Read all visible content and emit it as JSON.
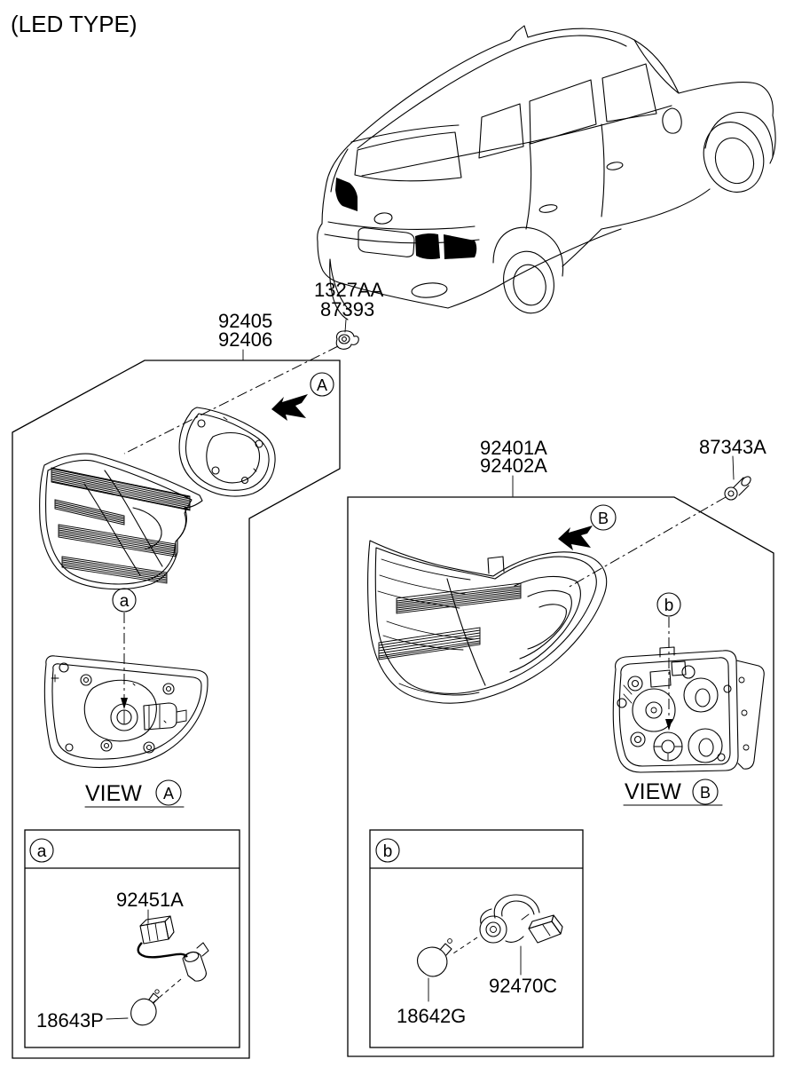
{
  "header": {
    "type_label": "(LED TYPE)"
  },
  "colors": {
    "ink": "#000000",
    "background": "#ffffff"
  },
  "vehicle_callout": {
    "line1": "1327AA",
    "line2": "87393"
  },
  "inner_assembly": {
    "label_line1": "92405",
    "label_line2": "92406",
    "direction_marker": "A",
    "view_caption": "VIEW",
    "view_marker": "A",
    "bulb_marker": "a"
  },
  "outer_assembly": {
    "label_line1": "92401A",
    "label_line2": "92402A",
    "screw_label": "87343A",
    "direction_marker": "B",
    "view_caption": "VIEW",
    "view_marker": "B",
    "bulb_marker": "b"
  },
  "detail_a": {
    "marker": "a",
    "harness_label": "92451A",
    "bulb_label": "18643P"
  },
  "detail_b": {
    "marker": "b",
    "bulb_label": "18642G",
    "socket_label": "92470C"
  }
}
